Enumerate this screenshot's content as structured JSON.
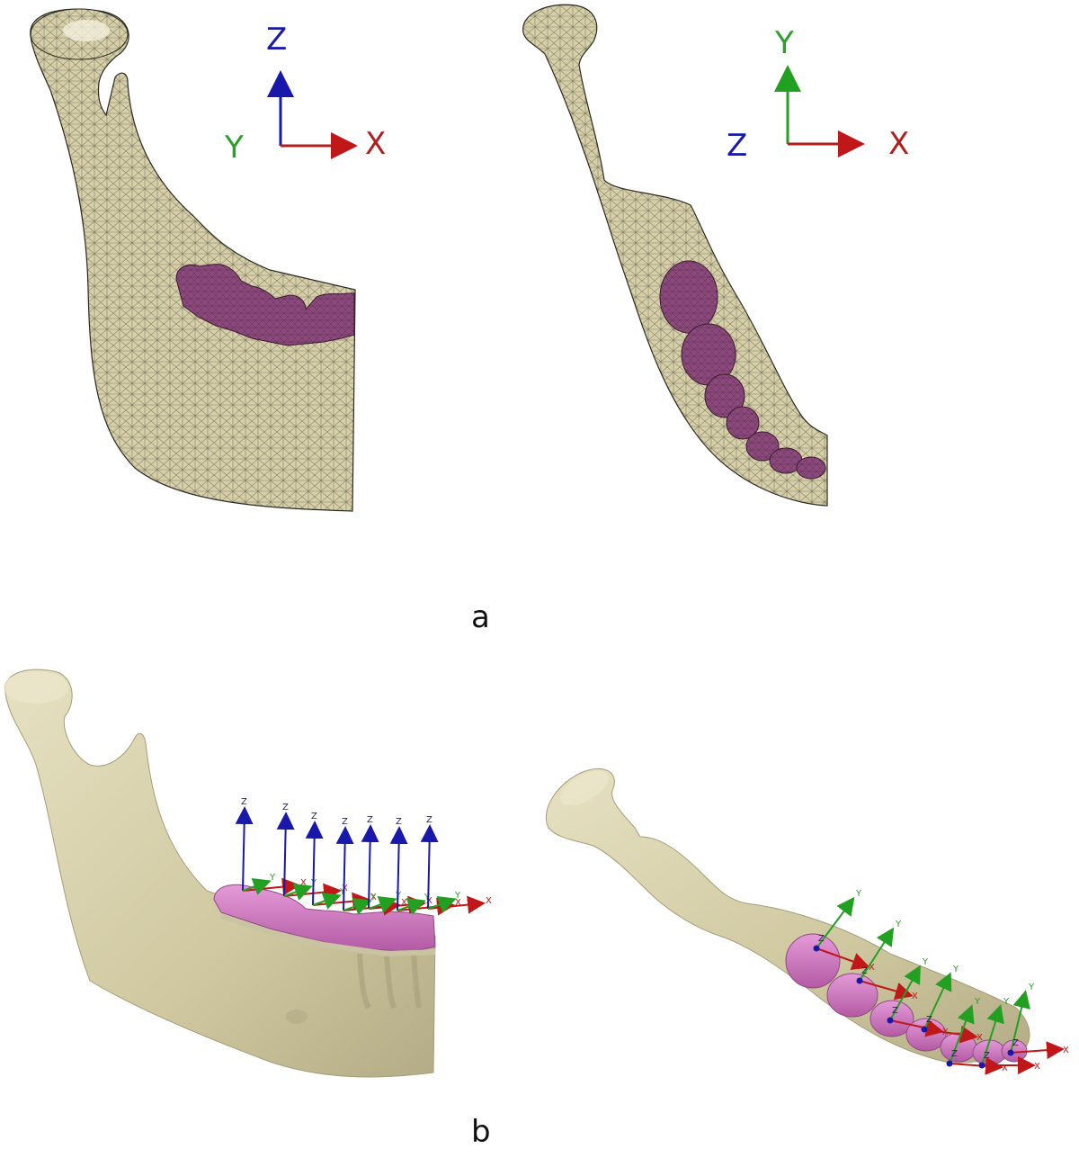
{
  "panels": [
    {
      "label": "a",
      "views": [
        {
          "axes": {
            "up": "Z",
            "right": "X",
            "out": "Y"
          },
          "colors": {
            "up": "#1a1aaa",
            "right": "#b01e1e",
            "out": "#2aa02a"
          }
        },
        {
          "axes": {
            "up": "Y",
            "right": "X",
            "out": "Z"
          },
          "colors": {
            "up": "#2aa02a",
            "right": "#b01e1e",
            "out": "#1a1aaa"
          }
        }
      ]
    },
    {
      "label": "b",
      "tooth_axis_labels": {
        "x": "X",
        "y": "Y",
        "z": "Z"
      }
    }
  ],
  "colors": {
    "bone": "#d8d2ac",
    "bone_mesh": "#3a3a30",
    "teeth_mesh": "#8a4a78",
    "teeth_solid": "#d77bc6",
    "x_axis": "#c01818",
    "y_axis": "#22a022",
    "z_axis": "#1818aa"
  }
}
